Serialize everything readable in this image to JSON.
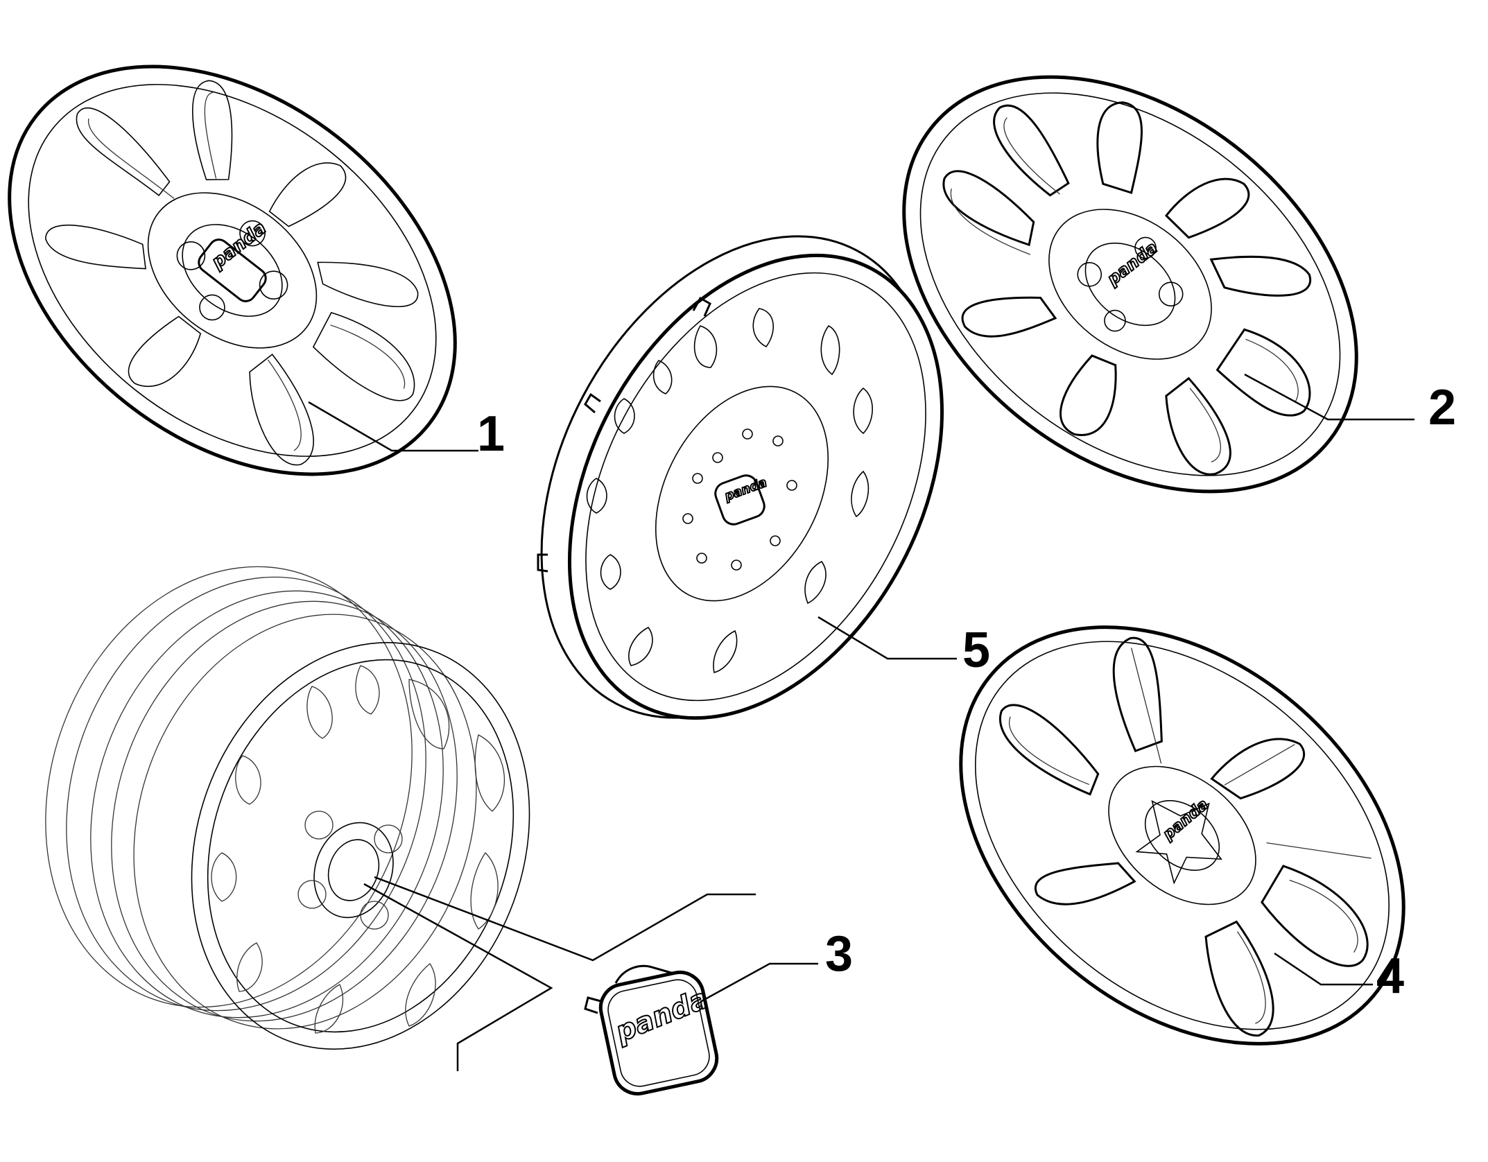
{
  "parts": [
    {
      "id": "1",
      "callout": "1",
      "logo": "panda"
    },
    {
      "id": "2",
      "callout": "2",
      "logo": "panda"
    },
    {
      "id": "3",
      "callout": "3",
      "logo": "panda"
    },
    {
      "id": "4",
      "callout": "4",
      "logo": "panda"
    },
    {
      "id": "5",
      "callout": "5",
      "logo": "panda"
    }
  ],
  "colors": {
    "line": "#000000",
    "background": "#ffffff"
  }
}
